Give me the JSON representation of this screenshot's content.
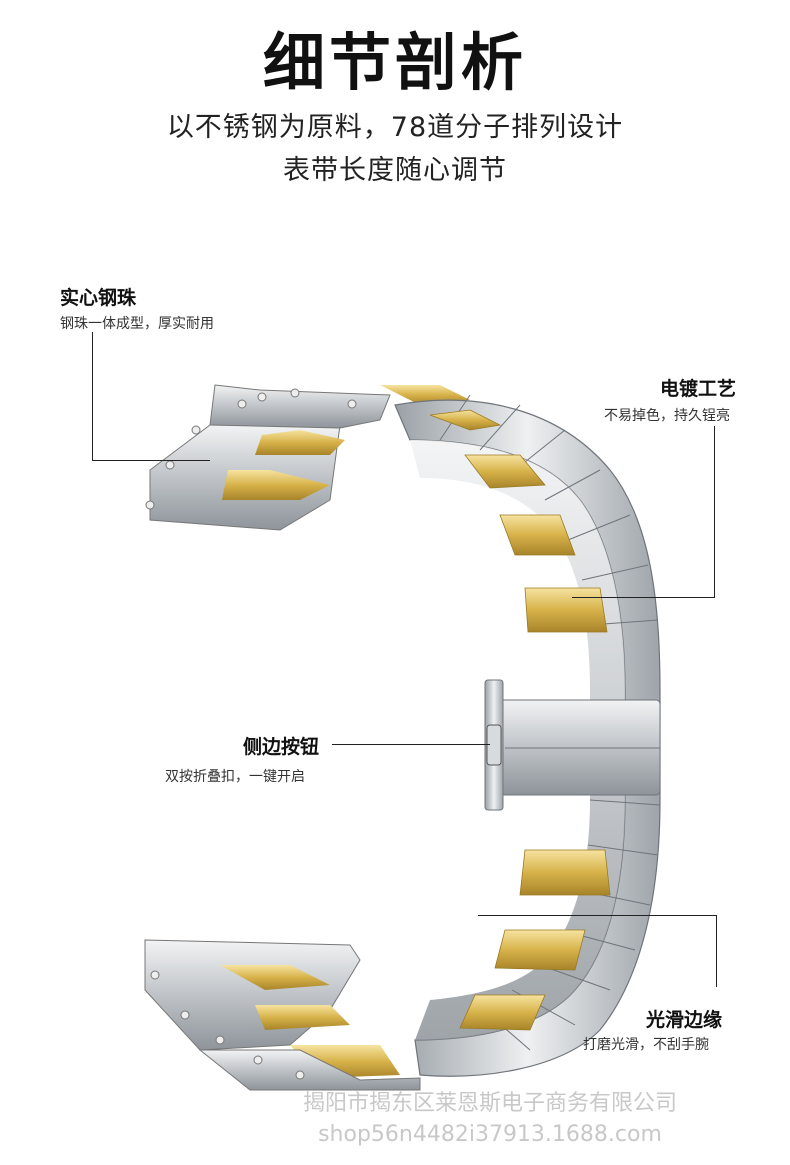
{
  "header": {
    "title": "细节剖析",
    "subtitle_line1": "以不锈钢为原料，78道分子排列设计",
    "subtitle_line2": "表带长度随心调节"
  },
  "callouts": {
    "steel_bead": {
      "title": "实心钢珠",
      "desc": "钢珠一体成型，厚实耐用"
    },
    "plating": {
      "title": "电镀工艺",
      "desc": "不易掉色，持久锃亮"
    },
    "side_button": {
      "title": "侧边按钮",
      "desc": "双按折叠扣，一键开启"
    },
    "smooth_edge": {
      "title": "光滑边缘",
      "desc": "打磨光滑，不刮手腕"
    }
  },
  "watermark": {
    "company": "揭阳市揭东区莱恩斯电子商务有限公司",
    "shop": "shop56n4482i37913.1688.com"
  },
  "colors": {
    "silver": "#c9cdd1",
    "silver_dark": "#8d9399",
    "gold": "#d9b44a",
    "gold_light": "#f3dc8a"
  }
}
